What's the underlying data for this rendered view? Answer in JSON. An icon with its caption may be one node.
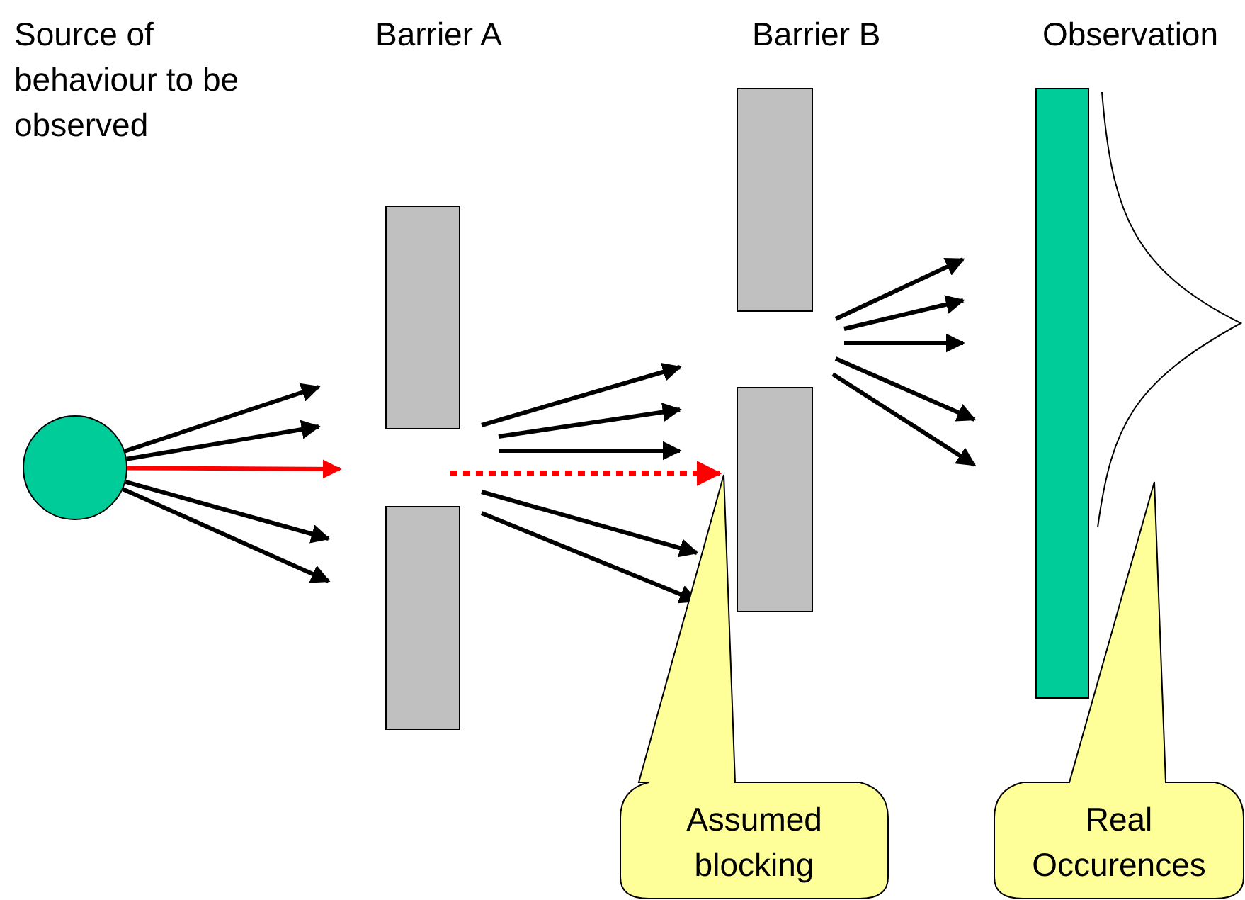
{
  "diagram": {
    "nodes": [
      {
        "text": [],
        "shape": "circle"
      },
      {
        "text": [],
        "shape": "bar"
      },
      {
        "text": [],
        "shape": "bar"
      },
      {
        "text": [],
        "shape": "bar"
      },
      {
        "text": [],
        "shape": "bar"
      },
      {
        "text": [],
        "shape": "bar"
      },
      {
        "text": [
          "Assumed blocking"
        ]
      },
      {
        "text": [
          "Real Occurences"
        ]
      }
    ],
    "edges": [
      {
        "from": 0,
        "to": null,
        "arrow": "to"
      },
      {
        "from": 0,
        "to": null,
        "arrow": "to"
      },
      {
        "from": 0,
        "to": null,
        "arrow": "to",
        "color": "#ff0000"
      },
      {
        "from": 0,
        "to": null,
        "arrow": "to"
      },
      {
        "from": 0,
        "to": null,
        "arrow": "to"
      },
      {
        "from": null,
        "to": 4,
        "arrow": "to",
        "style": "dashed",
        "color": "#ff0000"
      }
    ],
    "labels": [
      "Source of behaviour to be observed",
      "Barrier A",
      "Barrier B",
      "Observation"
    ]
  }
}
